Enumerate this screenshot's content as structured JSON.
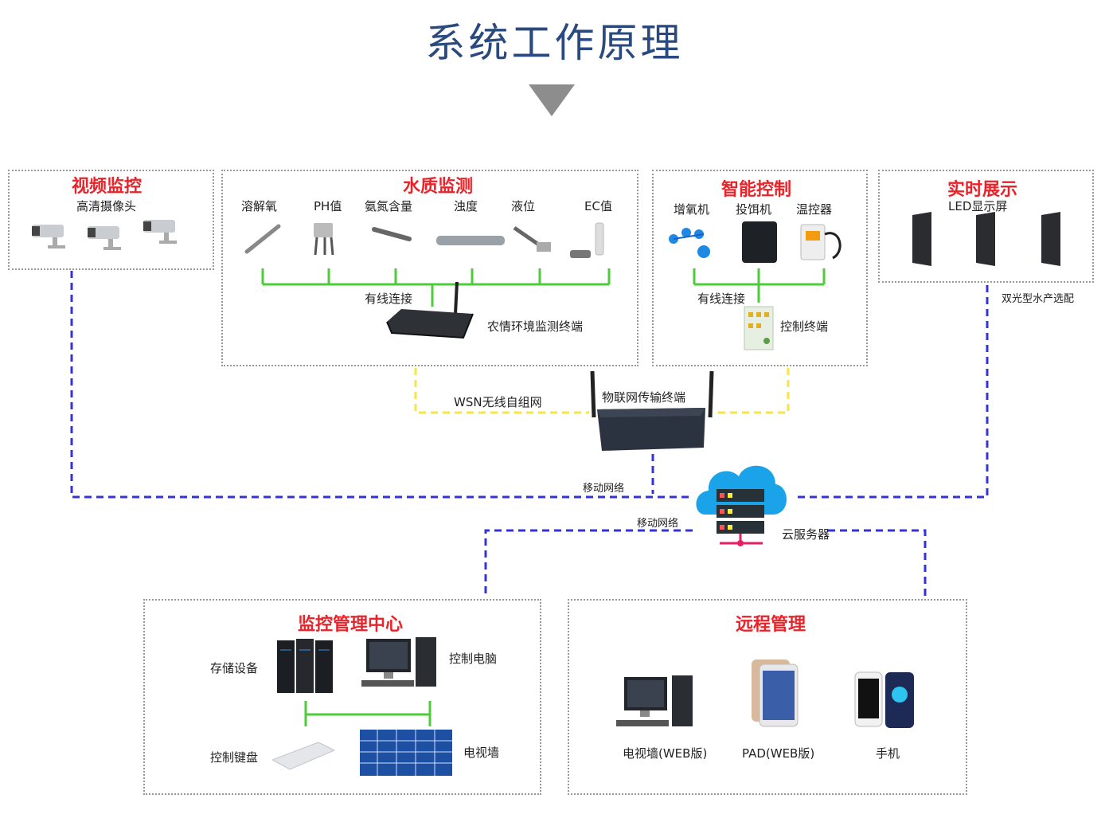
{
  "title": "系统工作原理",
  "video": {
    "heading": "视频监控",
    "camera_label": "高清摄像头"
  },
  "water": {
    "heading": "水质监测",
    "sensors": [
      "溶解氧",
      "PH值",
      "氨氮含量",
      "浊度",
      "液位",
      "EC值"
    ],
    "wired_label": "有线连接",
    "terminal_label": "农情环境监测终端"
  },
  "smart": {
    "heading": "智能控制",
    "devices": [
      "增氧机",
      "投饵机",
      "温控器"
    ],
    "wired_label": "有线连接",
    "terminal_label": "控制终端"
  },
  "display": {
    "heading": "实时展示",
    "screen_label": "LED显示屏",
    "note": "双光型水产选配"
  },
  "network": {
    "wsn_label": "WSN无线自组网",
    "iot_label": "物联网传输终端",
    "mobile_label_1": "移动网络",
    "mobile_label_2": "移动网络",
    "cloud_label": "云服务器"
  },
  "center": {
    "heading": "监控管理中心",
    "storage_label": "存储设备",
    "pc_label": "控制电脑",
    "keyboard_label": "控制键盘",
    "tvwall_label": "电视墙"
  },
  "remote": {
    "heading": "远程管理",
    "devices": [
      "电视墙(WEB版)",
      "PAD(WEB版)",
      "手机"
    ]
  },
  "colors": {
    "accent_red": "#e8232a",
    "title_blue": "#2a4a7f",
    "wire_green": "#4ecb3a",
    "wsn_yellow": "#f5e642",
    "net_blue": "#3333dd"
  }
}
